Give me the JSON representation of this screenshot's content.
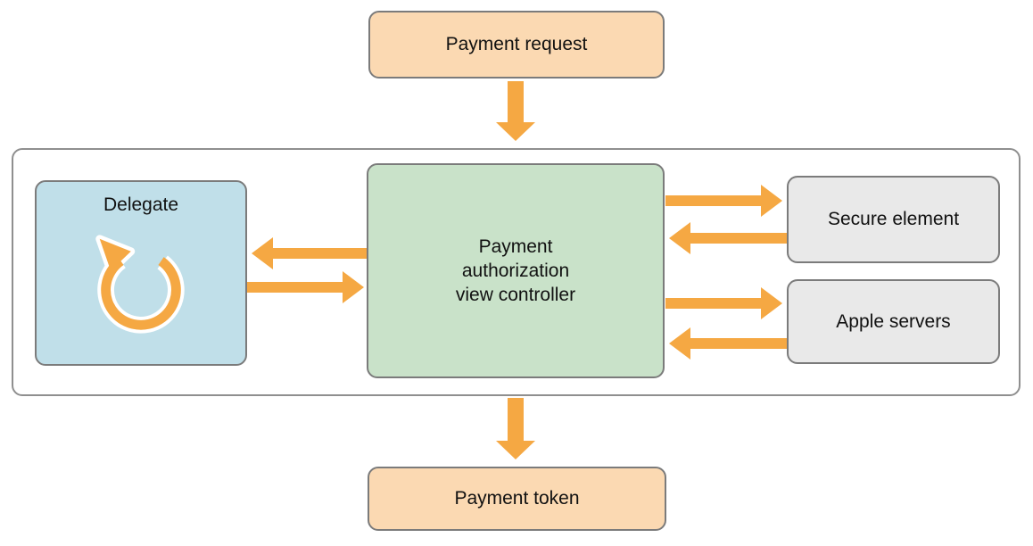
{
  "nodes": {
    "payment_request": {
      "label": "Payment request"
    },
    "delegate": {
      "label": "Delegate",
      "icon": "loop-arrow-icon"
    },
    "controller": {
      "label": "Payment authorization view controller",
      "line1": "Payment",
      "line2": "authorization",
      "line3": "view controller"
    },
    "secure_element": {
      "label": "Secure element"
    },
    "apple_servers": {
      "label": "Apple servers"
    },
    "payment_token": {
      "label": "Payment token"
    }
  },
  "edges": [
    {
      "from": "Payment request",
      "to": "Payment authorization view controller",
      "direction": "down"
    },
    {
      "from": "Payment authorization view controller",
      "to": "Delegate",
      "direction": "left"
    },
    {
      "from": "Delegate",
      "to": "Payment authorization view controller",
      "direction": "right"
    },
    {
      "from": "Payment authorization view controller",
      "to": "Secure element",
      "direction": "right"
    },
    {
      "from": "Secure element",
      "to": "Payment authorization view controller",
      "direction": "left"
    },
    {
      "from": "Payment authorization view controller",
      "to": "Apple servers",
      "direction": "right"
    },
    {
      "from": "Apple servers",
      "to": "Payment authorization view controller",
      "direction": "left"
    },
    {
      "from": "Payment authorization view controller",
      "to": "Payment token",
      "direction": "down"
    }
  ],
  "colors": {
    "arrow_fill": "#F5A843",
    "peach_fill": "#FBD9B2",
    "green_fill": "#C9E2C9",
    "blue_fill": "#C0DFE9",
    "gray_fill": "#E9E9E9",
    "node_border": "#7B7B7B",
    "container_border": "#8F8F8F",
    "text_color": "#111111"
  }
}
